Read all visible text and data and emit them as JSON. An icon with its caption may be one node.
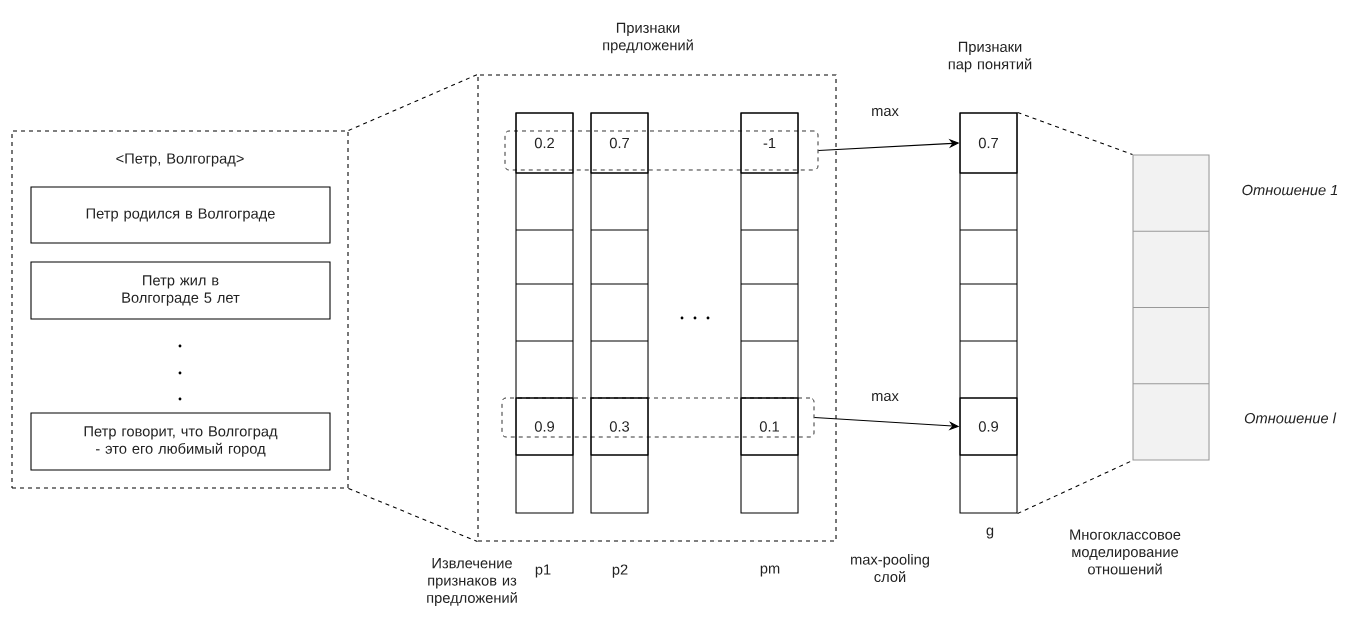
{
  "diagram": {
    "nodes": [
      {
        "text": [
          "<Петр, Волгоград>"
        ]
      },
      {
        "text": [
          "Петр родился в Волгограде"
        ],
        "in": 0
      },
      {
        "text": [
          "Петр жил в Волгограде 5 лет"
        ],
        "in": 0
      },
      {
        "text": [
          "Петр говорит, что Волгоград - это его любимый город"
        ],
        "in": 0
      },
      {
        "text": [
          "Признаки предложений"
        ]
      },
      {
        "text": [],
        "shape": "box",
        "in": 4
      },
      {
        "text": [],
        "shape": "box",
        "in": 4
      },
      {
        "text": [],
        "shape": "bar",
        "in": 4,
        "beside": [
          "p1"
        ]
      },
      {
        "text": [],
        "shape": "bar",
        "in": 4,
        "beside": [
          "p2"
        ]
      },
      {
        "text": [],
        "shape": "bar",
        "in": 4,
        "beside": [
          "pm"
        ]
      },
      {
        "text": [
          "0.2"
        ],
        "in": 7
      },
      {
        "text": [
          "0.9"
        ],
        "in": 7
      },
      {
        "text": [
          "0.7"
        ],
        "in": 8
      },
      {
        "text": [
          "0.3"
        ],
        "in": 8
      },
      {
        "text": [
          "-1"
        ],
        "in": 9
      },
      {
        "text": [
          "0.1"
        ],
        "in": 9
      },
      {
        "text": [
          "Признаки пар понятий"
        ],
        "beside": [
          "g"
        ]
      },
      {
        "text": [
          "0.7"
        ],
        "in": 16
      },
      {
        "text": [
          "0.9"
        ],
        "in": 16
      },
      {
        "text": [],
        "shape": "bar",
        "beside": [
          "Отношение 1",
          "Отношение l"
        ]
      }
    ],
    "edges": [
      {
        "from": 5,
        "to": 17,
        "arrow": "to",
        "label": "max"
      },
      {
        "from": 6,
        "to": 18,
        "arrow": "to",
        "label": "max"
      },
      {
        "from": 0,
        "to": 4,
        "arrow": "none",
        "style": "dashed"
      },
      {
        "from": 0,
        "to": 4,
        "arrow": "none",
        "style": "dashed"
      },
      {
        "from": 16,
        "to": 19,
        "arrow": "none",
        "style": "dashed"
      },
      {
        "from": 16,
        "to": 19,
        "arrow": "none",
        "style": "dashed"
      }
    ],
    "labels": [
      "Извлечение признаков из предложений",
      "max-pooling слой",
      "Многоклассовое моделирование отношений"
    ]
  }
}
